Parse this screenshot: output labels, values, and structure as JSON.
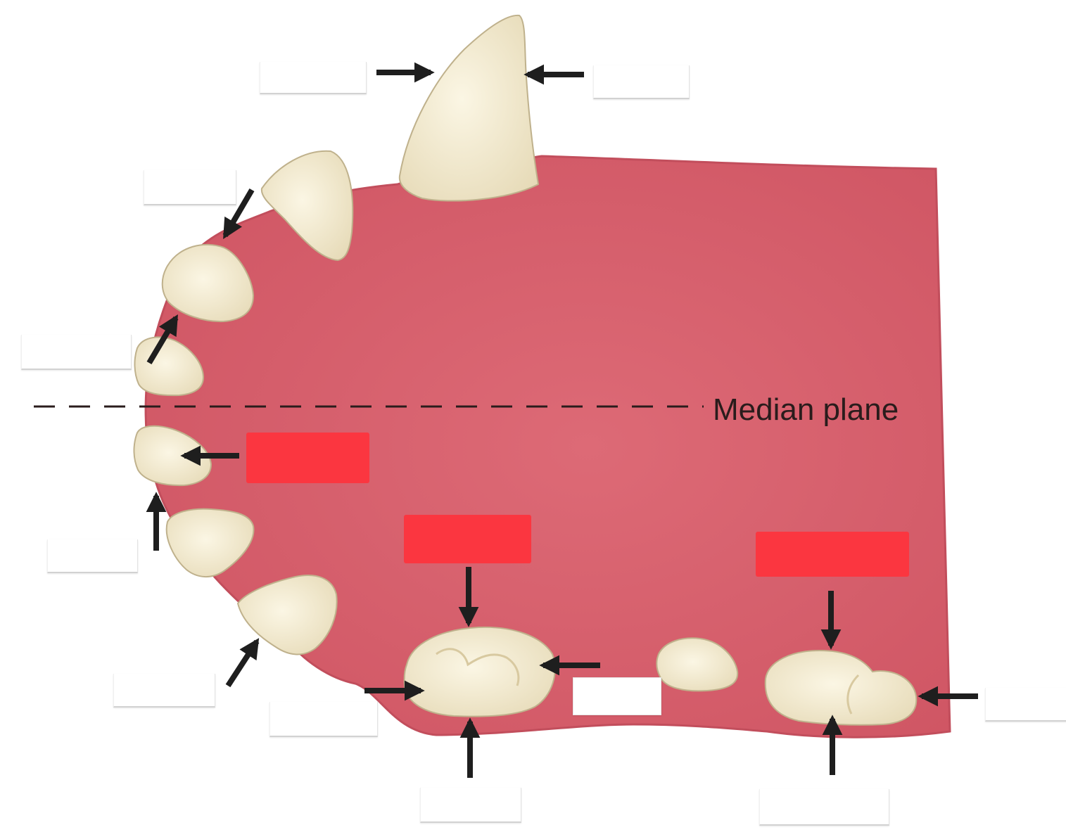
{
  "diagram": {
    "median_label": "Median plane",
    "palette": {
      "gum": "#d6606c",
      "gum_edge": "#c24e5c",
      "tooth": "#f3ecd3",
      "tooth_shade": "#e2d6b2",
      "arrow": "#1e1e1e",
      "hidden_label": "#fb3640"
    },
    "hidden_labels": [
      {
        "name": "red-label-box-1"
      },
      {
        "name": "red-label-box-2"
      },
      {
        "name": "red-label-box-3"
      }
    ],
    "blank_labels": [
      {
        "name": "blank-label-1"
      },
      {
        "name": "blank-label-2"
      },
      {
        "name": "blank-label-3"
      },
      {
        "name": "blank-label-4"
      },
      {
        "name": "blank-label-5"
      },
      {
        "name": "blank-label-6"
      },
      {
        "name": "blank-label-7"
      },
      {
        "name": "blank-label-8"
      },
      {
        "name": "blank-label-9"
      },
      {
        "name": "blank-label-10"
      },
      {
        "name": "blank-label-11"
      },
      {
        "name": "blank-label-12"
      }
    ]
  }
}
